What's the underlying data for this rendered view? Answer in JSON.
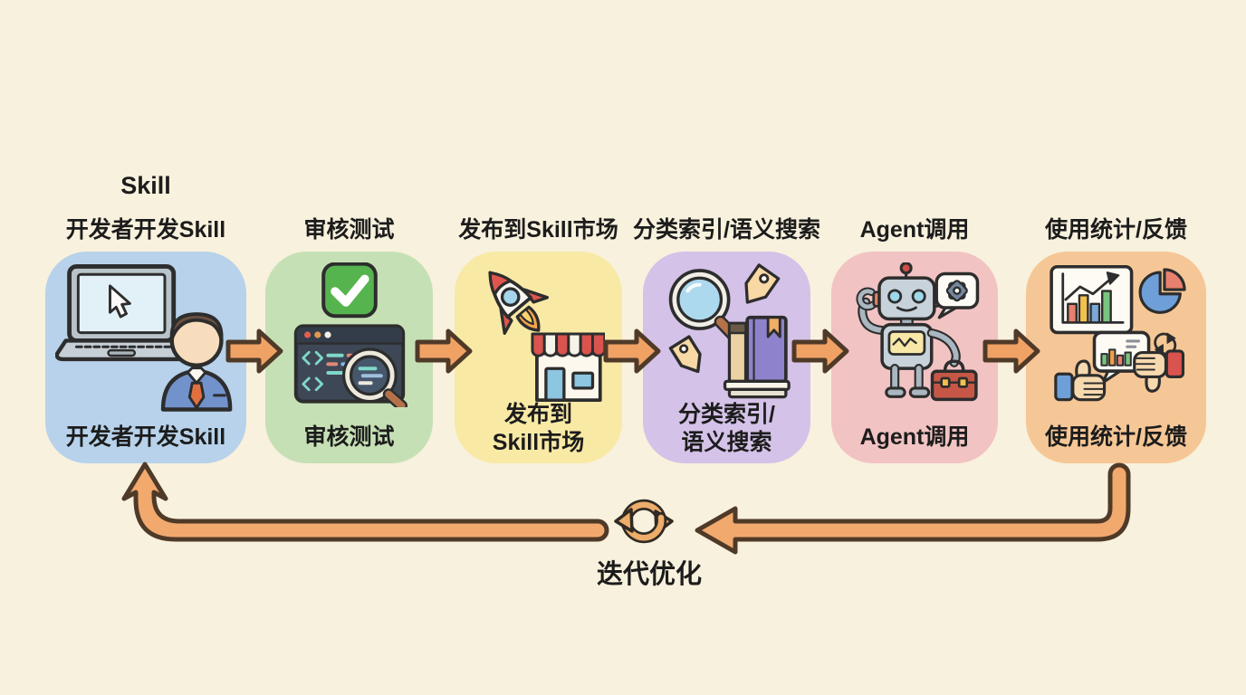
{
  "title": "Skill",
  "stages": [
    {
      "id": "develop",
      "top_label": "开发者开发Skill",
      "caption1": "开发者开发Skill",
      "caption2": "",
      "color": "#b7d2ea",
      "icon": "developer-laptop-icon"
    },
    {
      "id": "review",
      "top_label": "审核测试",
      "caption1": "审核测试",
      "caption2": "",
      "color": "#c6e0b5",
      "icon": "check-code-review-icon"
    },
    {
      "id": "publish",
      "top_label": "发布到Skill市场",
      "caption1": "发布到",
      "caption2": "Skill市场",
      "color": "#f8e9a5",
      "icon": "rocket-storefront-icon"
    },
    {
      "id": "index",
      "top_label": "分类索引/语义搜索",
      "caption1": "分类索引/",
      "caption2": "语义搜索",
      "color": "#d4c2e8",
      "icon": "search-tags-books-icon"
    },
    {
      "id": "agent",
      "top_label": "Agent调用",
      "caption1": "Agent调用",
      "caption2": "",
      "color": "#f2c3c3",
      "icon": "robot-toolbox-icon"
    },
    {
      "id": "stats",
      "top_label": "使用统计/反馈",
      "caption1": "使用统计/反馈",
      "caption2": "",
      "color": "#f6c796",
      "icon": "charts-feedback-icon"
    }
  ],
  "loop_label": "迭代优化",
  "colors": {
    "background": "#f8f1dd",
    "arrow_fill": "#f0a265",
    "arrow_outline": "#4f3a28",
    "loop_fill": "#f2a96e",
    "cycle_icon_fill": "#eead6a",
    "text": "#1c1c1c"
  }
}
